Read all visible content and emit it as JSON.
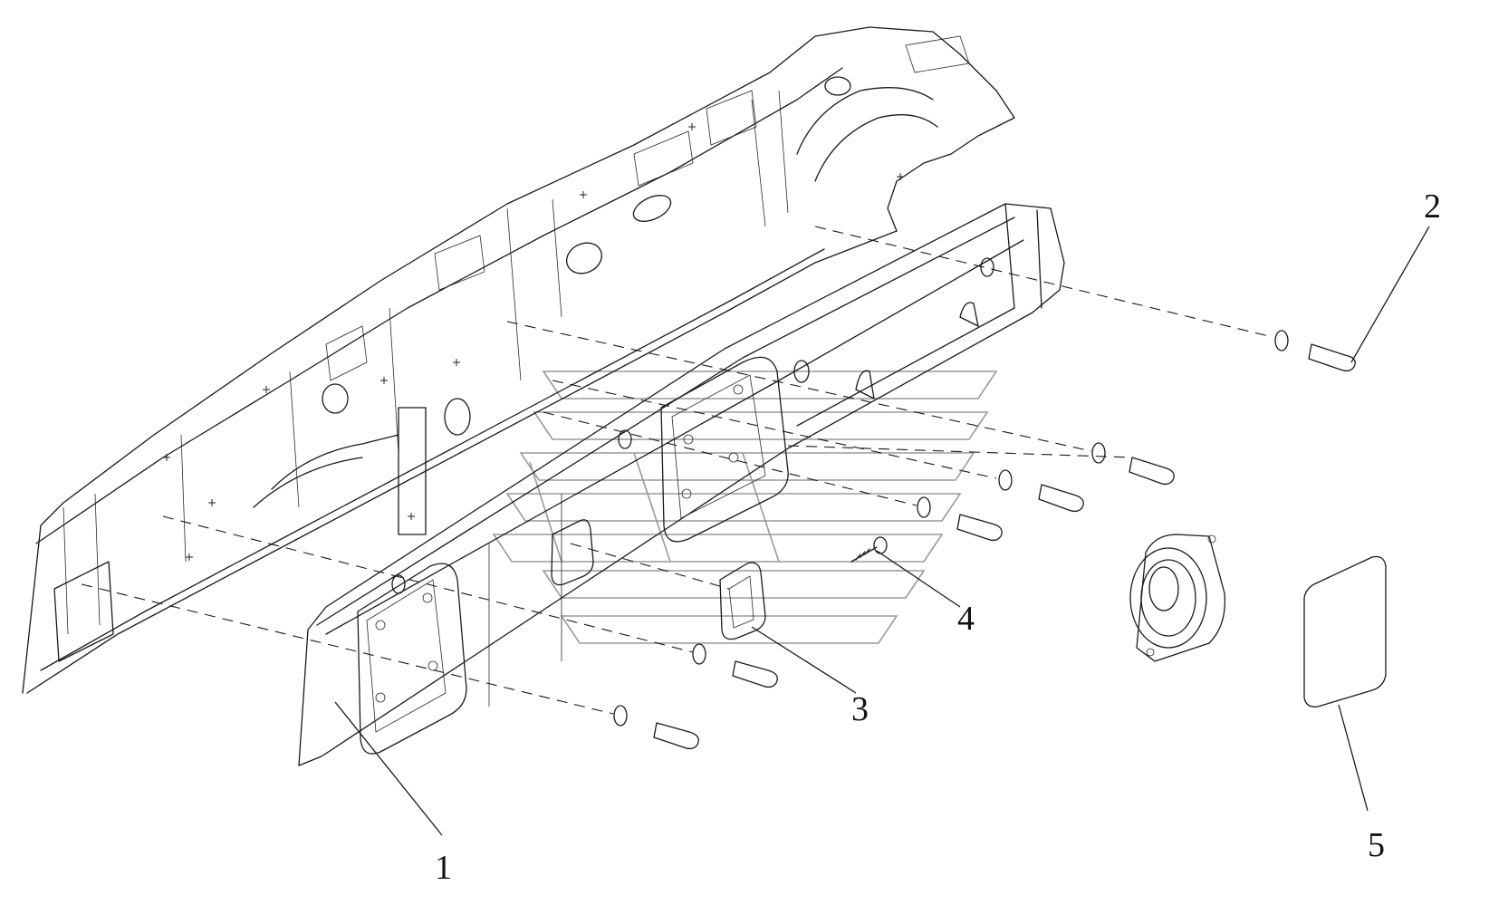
{
  "callouts": [
    {
      "id": "1",
      "label": "1"
    },
    {
      "id": "2",
      "label": "2"
    },
    {
      "id": "3",
      "label": "3"
    },
    {
      "id": "4",
      "label": "4"
    },
    {
      "id": "5",
      "label": "5"
    }
  ],
  "colors": {
    "line": "#1a1a1a",
    "watermark": "#9a9a9a",
    "background": "#ffffff"
  }
}
